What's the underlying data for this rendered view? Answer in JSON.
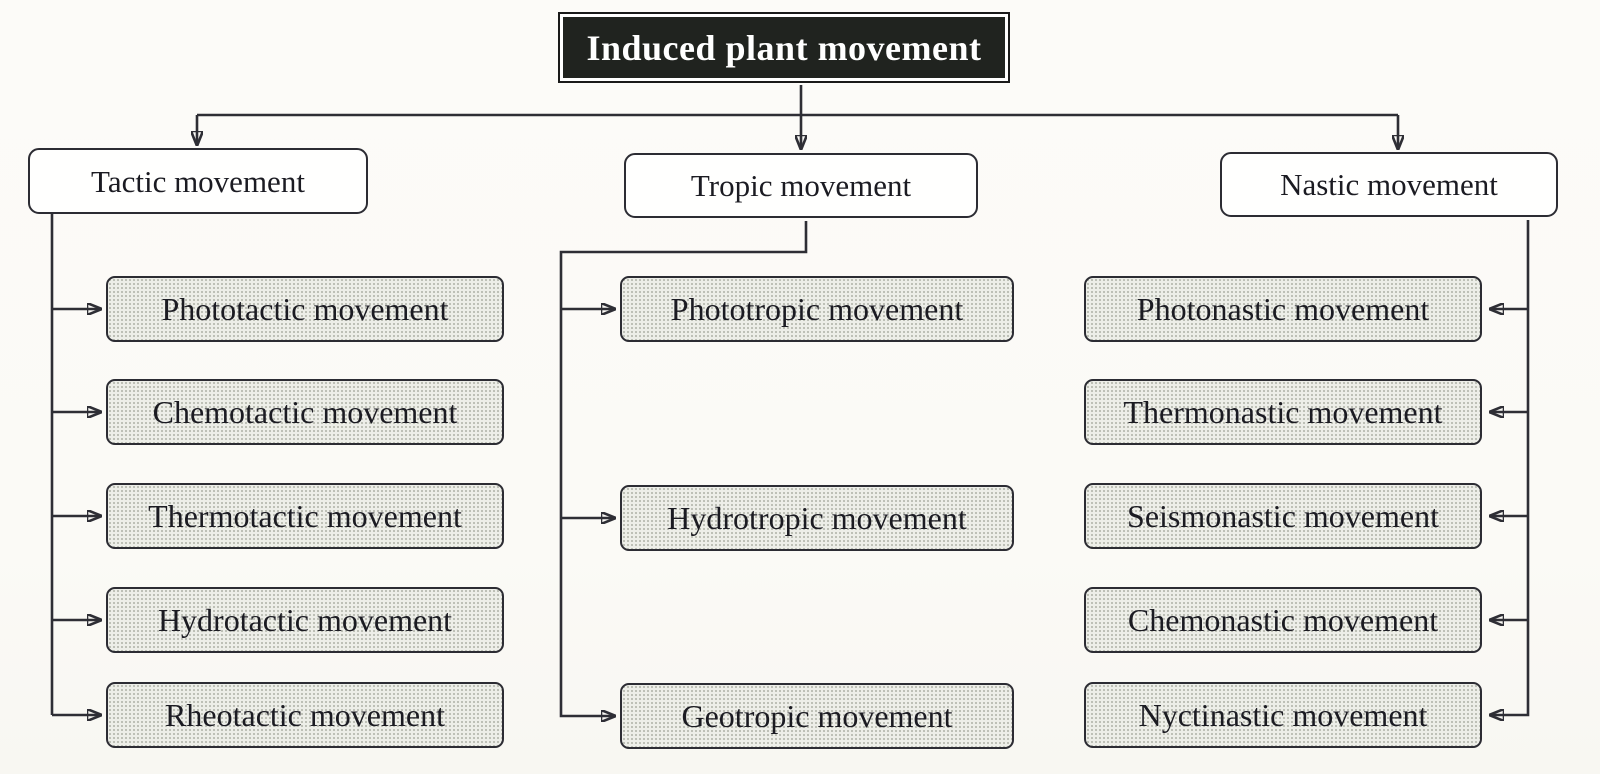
{
  "title": "Induced plant movement",
  "columns": [
    {
      "label": "Tactic movement",
      "children": [
        "Phototactic movement",
        "Chemotactic movement",
        "Thermotactic movement",
        "Hydrotactic movement",
        "Rheotactic movement"
      ]
    },
    {
      "label": "Tropic movement",
      "children": [
        "Phototropic movement",
        "Hydrotropic movement",
        "Geotropic movement"
      ]
    },
    {
      "label": "Nastic movement",
      "children": [
        "Photonastic movement",
        "Thermonastic movement",
        "Seismonastic movement",
        "Chemonastic movement",
        "Nyctinastic movement"
      ]
    }
  ],
  "colors": {
    "line": "#2e2e35",
    "box_border": "#2c2c33",
    "ink": "#1b1b22",
    "title_bg": "#20231f",
    "title_text": "#ffffff",
    "child_fill": "#edeee8",
    "child_dot": "#b8bbb1",
    "parent_fill": "#fffffe",
    "page_bg": "#fbfaf6"
  }
}
